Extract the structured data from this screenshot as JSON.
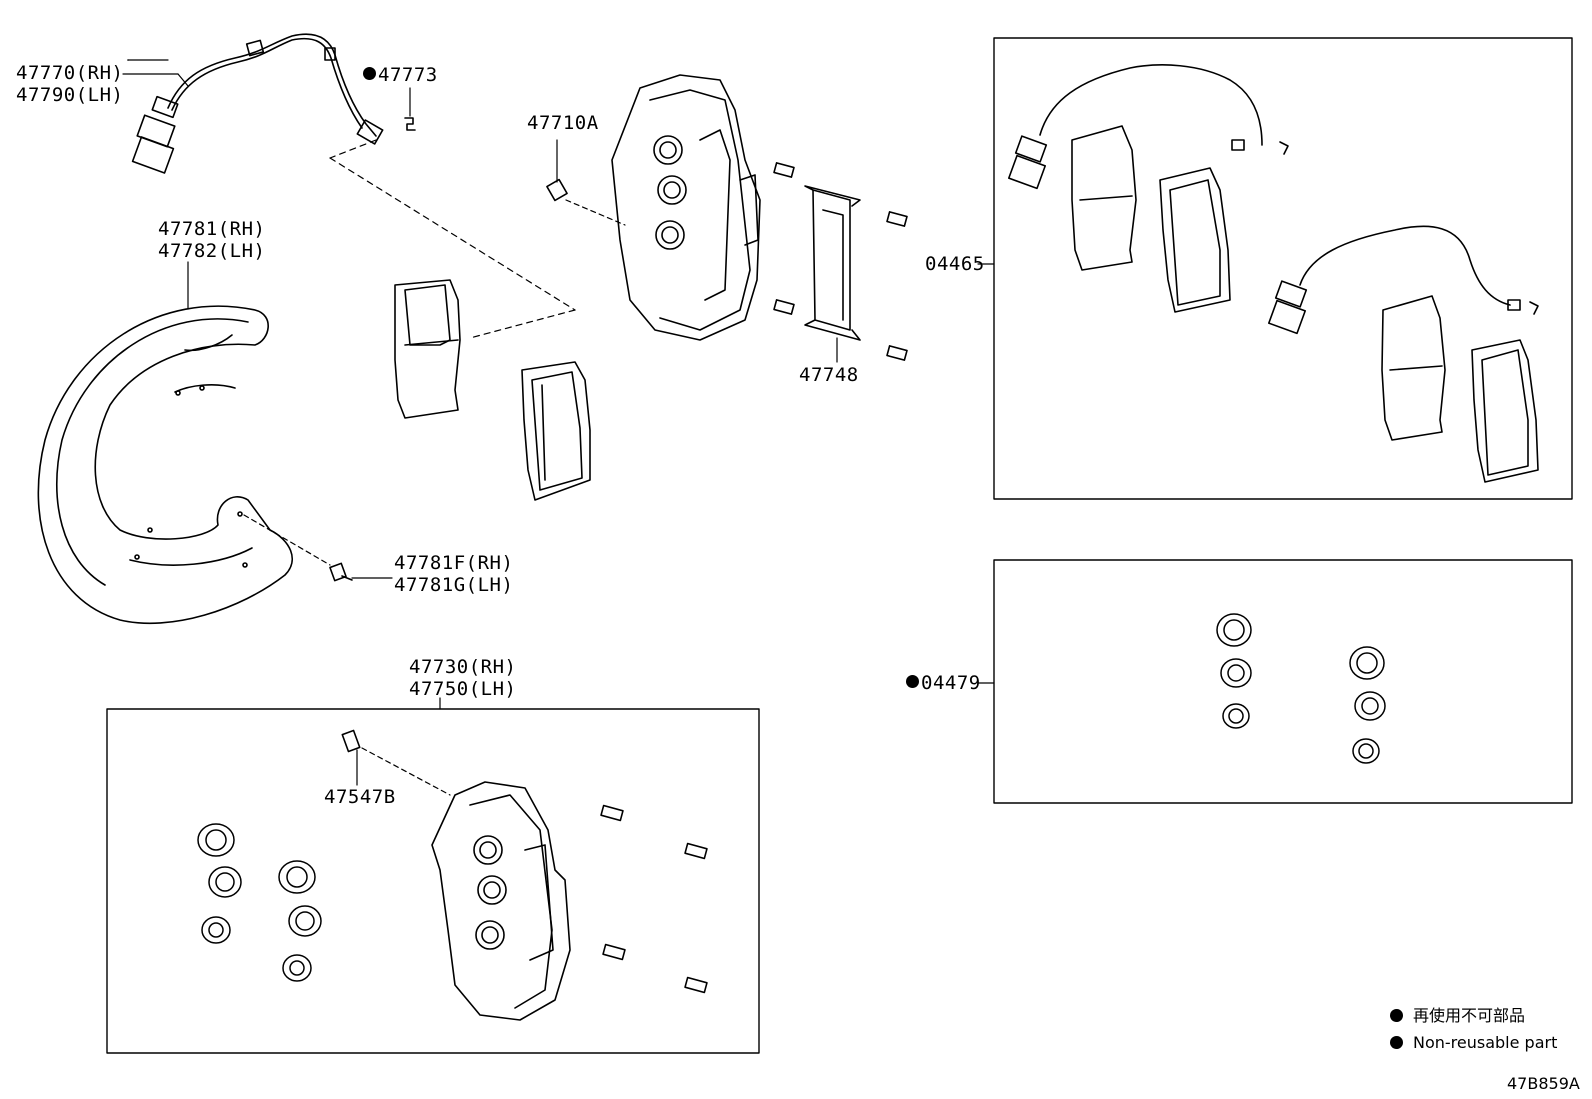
{
  "parts": {
    "speed_sensor": {
      "rh": "47770(RH)",
      "lh": "47790(LH)"
    },
    "clip": {
      "number": "47773",
      "non_reusable": true
    },
    "bleeder_plug": {
      "number": "47710A"
    },
    "dust_cover": {
      "rh": "47781(RH)",
      "lh": "47782(LH)"
    },
    "cover_bolt": {
      "rh": "47781F(RH)",
      "lh": "47781G(LH)"
    },
    "anti_squeal_kit": {
      "number": "47748"
    },
    "pad_kit": {
      "number": "04465"
    },
    "seal_kit": {
      "number": "04479",
      "non_reusable": true
    },
    "caliper_assy": {
      "rh": "47730(RH)",
      "lh": "47750(LH)"
    },
    "caliper_bleeder": {
      "number": "47547B"
    }
  },
  "legend": {
    "line1": "再使用不可部品",
    "line2": "Non-reusable part",
    "dot_color": "#000000"
  },
  "diagram_code": "47B859A",
  "colors": {
    "line": "#000000",
    "background": "#ffffff"
  }
}
